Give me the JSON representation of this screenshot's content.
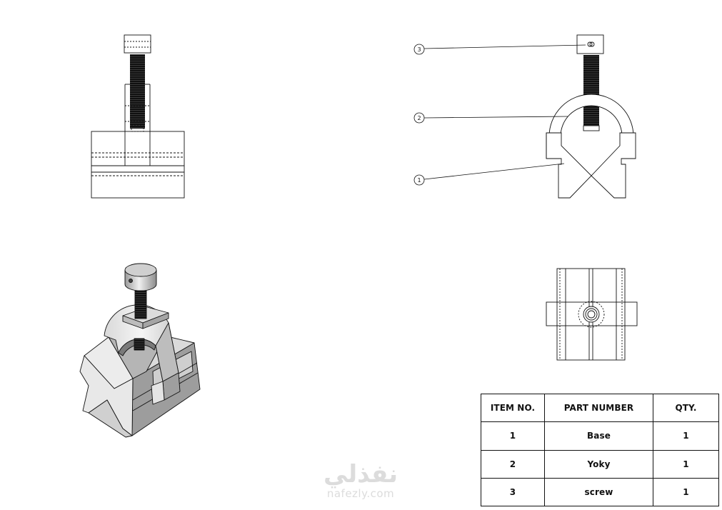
{
  "balloons": [
    "3",
    "2",
    "1"
  ],
  "bom": {
    "headers": {
      "item": "ITEM NO.",
      "part": "PART NUMBER",
      "qty": "QTY."
    },
    "rows": [
      {
        "item": "1",
        "part": "Base",
        "qty": "1"
      },
      {
        "item": "2",
        "part": "Yoky",
        "qty": "1"
      },
      {
        "item": "3",
        "part": "screw",
        "qty": "1"
      }
    ]
  },
  "watermark": {
    "logo": "نفذلي",
    "url": "nafezly.com"
  },
  "colors": {
    "line": "#111111",
    "shade_light": "#e6e6e6",
    "shade_mid": "#bdbdbd",
    "shade_dark": "#8a8a8a"
  }
}
